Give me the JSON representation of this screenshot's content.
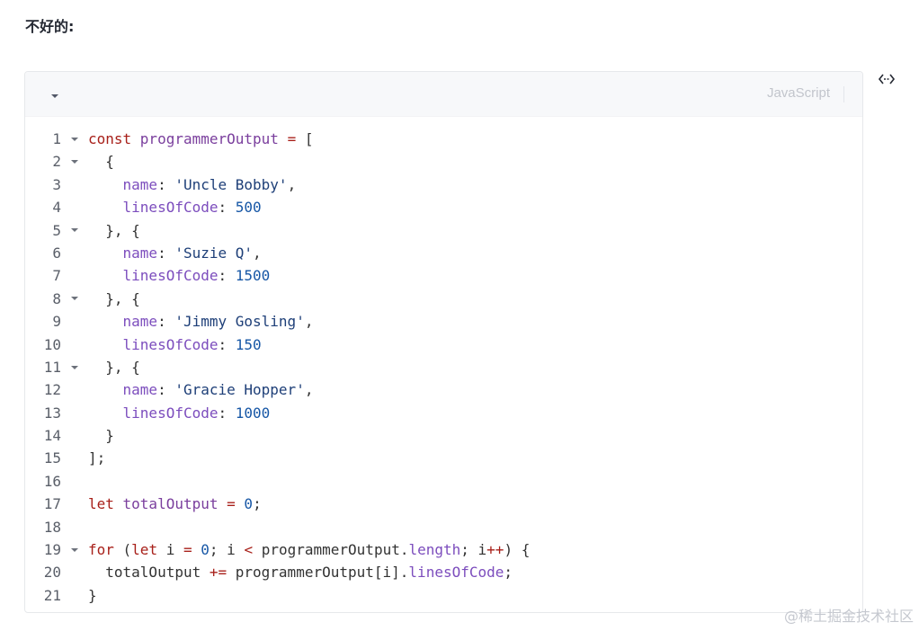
{
  "heading": "不好的:",
  "code_block": {
    "language": "JavaScript",
    "collapse_icon": "caret-down-icon",
    "expand_icon": "horizontal-expand-icon",
    "lines": [
      {
        "n": "1",
        "fold": true,
        "tokens": [
          [
            "kw",
            "const "
          ],
          [
            "var",
            "programmerOutput"
          ],
          [
            "code",
            " "
          ],
          [
            "kw",
            "="
          ],
          [
            "code",
            " ["
          ]
        ]
      },
      {
        "n": "2",
        "fold": true,
        "tokens": [
          [
            "code",
            "  {"
          ]
        ]
      },
      {
        "n": "3",
        "fold": false,
        "tokens": [
          [
            "code",
            "    "
          ],
          [
            "prop",
            "name"
          ],
          [
            "code",
            ": "
          ],
          [
            "str",
            "'Uncle Bobby'"
          ],
          [
            "code",
            ","
          ]
        ]
      },
      {
        "n": "4",
        "fold": false,
        "tokens": [
          [
            "code",
            "    "
          ],
          [
            "prop",
            "linesOfCode"
          ],
          [
            "code",
            ": "
          ],
          [
            "num",
            "500"
          ]
        ]
      },
      {
        "n": "5",
        "fold": true,
        "tokens": [
          [
            "code",
            "  }, {"
          ]
        ]
      },
      {
        "n": "6",
        "fold": false,
        "tokens": [
          [
            "code",
            "    "
          ],
          [
            "prop",
            "name"
          ],
          [
            "code",
            ": "
          ],
          [
            "str",
            "'Suzie Q'"
          ],
          [
            "code",
            ","
          ]
        ]
      },
      {
        "n": "7",
        "fold": false,
        "tokens": [
          [
            "code",
            "    "
          ],
          [
            "prop",
            "linesOfCode"
          ],
          [
            "code",
            ": "
          ],
          [
            "num",
            "1500"
          ]
        ]
      },
      {
        "n": "8",
        "fold": true,
        "tokens": [
          [
            "code",
            "  }, {"
          ]
        ]
      },
      {
        "n": "9",
        "fold": false,
        "tokens": [
          [
            "code",
            "    "
          ],
          [
            "prop",
            "name"
          ],
          [
            "code",
            ": "
          ],
          [
            "str",
            "'Jimmy Gosling'"
          ],
          [
            "code",
            ","
          ]
        ]
      },
      {
        "n": "10",
        "fold": false,
        "tokens": [
          [
            "code",
            "    "
          ],
          [
            "prop",
            "linesOfCode"
          ],
          [
            "code",
            ": "
          ],
          [
            "num",
            "150"
          ]
        ]
      },
      {
        "n": "11",
        "fold": true,
        "tokens": [
          [
            "code",
            "  }, {"
          ]
        ]
      },
      {
        "n": "12",
        "fold": false,
        "tokens": [
          [
            "code",
            "    "
          ],
          [
            "prop",
            "name"
          ],
          [
            "code",
            ": "
          ],
          [
            "str",
            "'Gracie Hopper'"
          ],
          [
            "code",
            ","
          ]
        ]
      },
      {
        "n": "13",
        "fold": false,
        "tokens": [
          [
            "code",
            "    "
          ],
          [
            "prop",
            "linesOfCode"
          ],
          [
            "code",
            ": "
          ],
          [
            "num",
            "1000"
          ]
        ]
      },
      {
        "n": "14",
        "fold": false,
        "tokens": [
          [
            "code",
            "  }"
          ]
        ]
      },
      {
        "n": "15",
        "fold": false,
        "tokens": [
          [
            "code",
            "];"
          ]
        ]
      },
      {
        "n": "16",
        "fold": false,
        "tokens": []
      },
      {
        "n": "17",
        "fold": false,
        "tokens": [
          [
            "kw",
            "let "
          ],
          [
            "var",
            "totalOutput"
          ],
          [
            "code",
            " "
          ],
          [
            "kw",
            "="
          ],
          [
            "code",
            " "
          ],
          [
            "num",
            "0"
          ],
          [
            "code",
            ";"
          ]
        ]
      },
      {
        "n": "18",
        "fold": false,
        "tokens": []
      },
      {
        "n": "19",
        "fold": true,
        "tokens": [
          [
            "kw",
            "for"
          ],
          [
            "code",
            " ("
          ],
          [
            "kw",
            "let"
          ],
          [
            "code",
            " i "
          ],
          [
            "kw",
            "="
          ],
          [
            "code",
            " "
          ],
          [
            "num",
            "0"
          ],
          [
            "code",
            "; i "
          ],
          [
            "kw",
            "<"
          ],
          [
            "code",
            " programmerOutput."
          ],
          [
            "prop",
            "length"
          ],
          [
            "code",
            "; i"
          ],
          [
            "kw",
            "++"
          ],
          [
            "code",
            ") {"
          ]
        ]
      },
      {
        "n": "20",
        "fold": false,
        "tokens": [
          [
            "code",
            "  totalOutput "
          ],
          [
            "kw",
            "+="
          ],
          [
            "code",
            " programmerOutput[i]."
          ],
          [
            "prop",
            "linesOfCode"
          ],
          [
            "code",
            ";"
          ]
        ]
      },
      {
        "n": "21",
        "fold": false,
        "tokens": [
          [
            "code",
            "}"
          ]
        ]
      }
    ]
  },
  "watermark": "@稀土掘金技术社区"
}
